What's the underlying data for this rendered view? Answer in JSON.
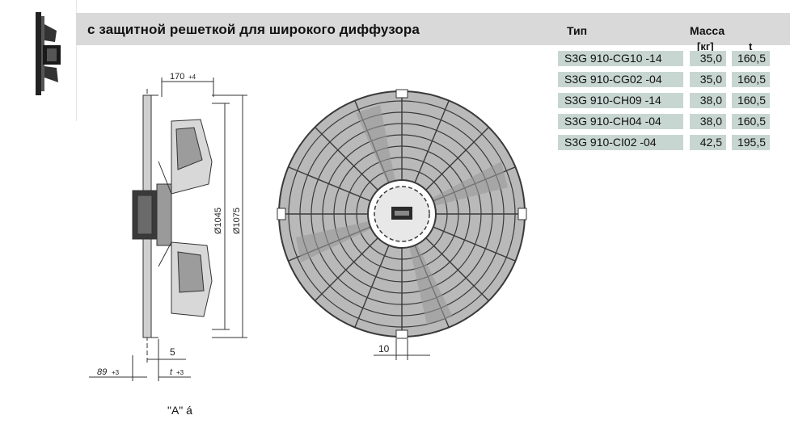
{
  "header": {
    "title": "с защитной решеткой для широкого диффузора"
  },
  "table": {
    "columns": {
      "type": "Тип",
      "mass": "Масса",
      "mass_unit": "[кг]",
      "t": "t"
    },
    "rows": [
      {
        "type": "S3G 910-CG10  -14",
        "mass": "35,0",
        "t": "160,5"
      },
      {
        "type": "S3G 910-CG02  -04",
        "mass": "35,0",
        "t": "160,5"
      },
      {
        "type": "S3G 910-CH09  -14",
        "mass": "38,0",
        "t": "160,5"
      },
      {
        "type": "S3G 910-CH04  -04",
        "mass": "38,0",
        "t": "160,5"
      },
      {
        "type": "S3G 910-CI02   -04",
        "mass": "42,5",
        "t": "195,5"
      }
    ]
  },
  "drawing": {
    "dim_top": "170",
    "dim_top_tol": "+4",
    "dim_d1": "Ø1045",
    "dim_d2": "Ø1075",
    "dim_5": "5",
    "dim_89": "89",
    "dim_89_tol": "+3",
    "dim_t": "t",
    "dim_t_tol": "+3",
    "dim_10": "10"
  },
  "caption": "\"A\" á",
  "colors": {
    "header_bg": "#d9d9d9",
    "cell_bg": "#c8d6d2",
    "grille": "#3a3a3a",
    "grille_fill": "#b9b9b9"
  }
}
